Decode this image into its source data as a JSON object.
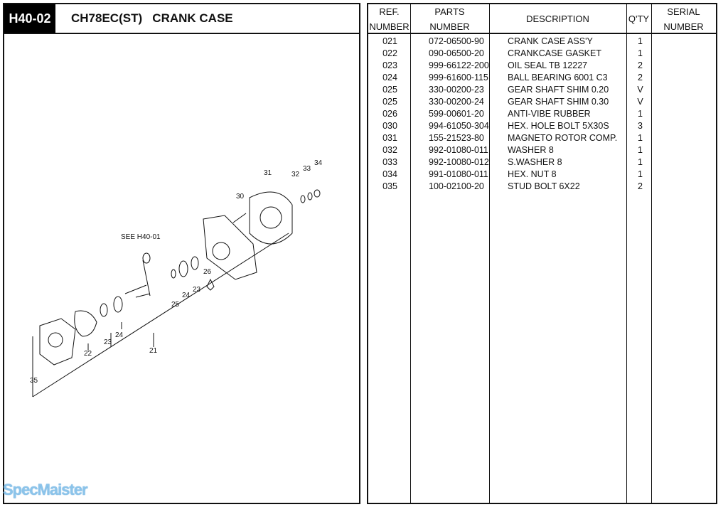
{
  "header": {
    "code": "H40-02",
    "title": "CH78EC(ST)   CRANK CASE"
  },
  "diagram": {
    "callouts": [
      "31",
      "32",
      "33",
      "34",
      "30",
      "SEE H40-01",
      "26",
      "24",
      "23",
      "25",
      "22",
      "23",
      "24",
      "21",
      "35"
    ]
  },
  "table": {
    "headers": {
      "ref": [
        "REF.",
        "NUMBER"
      ],
      "parts": [
        "PARTS",
        "NUMBER"
      ],
      "description": "DESCRIPTION",
      "qty": "Q'TY",
      "serial": [
        "SERIAL",
        "NUMBER"
      ]
    },
    "rows": [
      {
        "ref": "021",
        "part": "072-06500-90",
        "desc": "CRANK CASE ASS'Y",
        "qty": "1"
      },
      {
        "ref": "022",
        "part": "090-06500-20",
        "desc": "CRANKCASE GASKET",
        "qty": "1"
      },
      {
        "ref": "023",
        "part": "999-66122-200",
        "desc": "OIL SEAL TB 12227",
        "qty": "2"
      },
      {
        "ref": "024",
        "part": "999-61600-115",
        "desc": "BALL BEARING 6001 C3",
        "qty": "2"
      },
      {
        "ref": "025",
        "part": "330-00200-23",
        "desc": "GEAR SHAFT SHIM 0.20",
        "qty": "V"
      },
      {
        "ref": "025",
        "part": "330-00200-24",
        "desc": "GEAR SHAFT SHIM 0.30",
        "qty": "V"
      },
      {
        "ref": "026",
        "part": "599-00601-20",
        "desc": "ANTI-VIBE RUBBER",
        "qty": "1"
      },
      {
        "ref": "030",
        "part": "994-61050-304",
        "desc": "HEX. HOLE BOLT 5X30S",
        "qty": "3"
      },
      {
        "ref": "031",
        "part": "155-21523-80",
        "desc": "MAGNETO ROTOR COMP.",
        "qty": "1"
      },
      {
        "ref": "032",
        "part": "992-01080-011",
        "desc": "WASHER 8",
        "qty": "1"
      },
      {
        "ref": "033",
        "part": "992-10080-012",
        "desc": "S.WASHER 8",
        "qty": "1"
      },
      {
        "ref": "034",
        "part": "991-01080-011",
        "desc": "HEX. NUT 8",
        "qty": "1"
      },
      {
        "ref": "035",
        "part": "100-02100-20",
        "desc": "STUD BOLT 6X22",
        "qty": "2"
      }
    ]
  },
  "watermark": "SpecMaister"
}
